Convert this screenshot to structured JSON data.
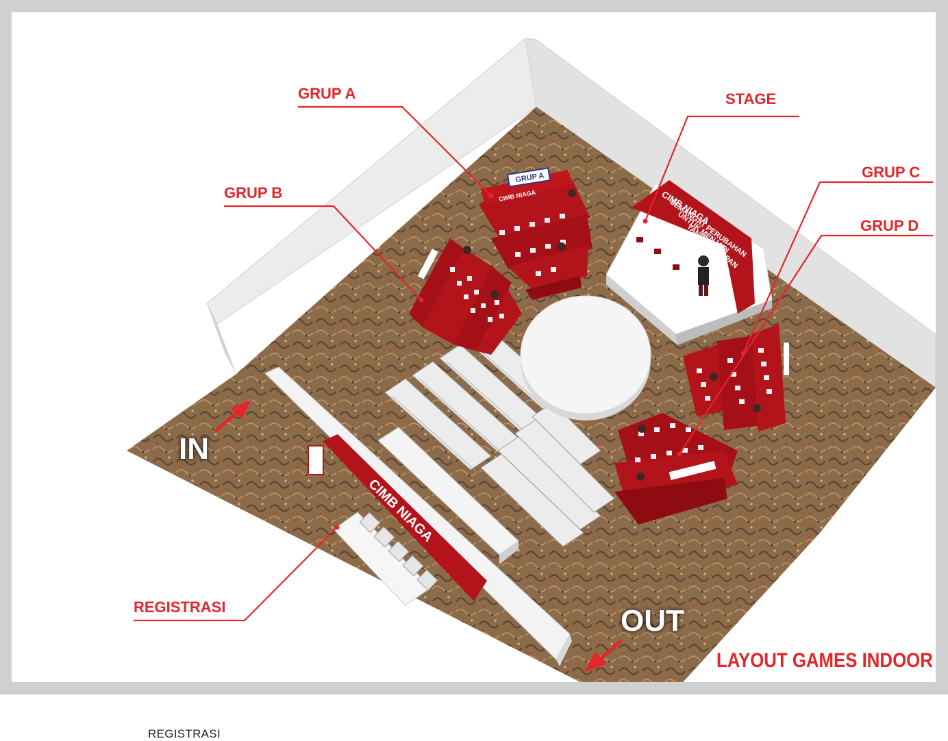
{
  "labels": {
    "grup_a": "GRUP A",
    "grup_b": "GRUP B",
    "grup_c": "GRUP C",
    "grup_d": "GRUP D",
    "stage": "STAGE",
    "registrasi": "REGISTRASI",
    "in": "IN",
    "out": "OUT",
    "title": "LAYOUT GAMES INDOOR"
  },
  "signs": {
    "brand": "CIMB NIAGA",
    "grup_a_sign": "GRUP A",
    "stage_line1": "SEMANGAT PERUBAHAN",
    "stage_line2": "UNTUK MENJADI",
    "stage_line3": "YANG TERDEPAN"
  },
  "caption": "REGISTRASI",
  "colors": {
    "accent_red": "#e3262b",
    "carpet": "#8a6a4a",
    "wall": "#f2f2f2"
  }
}
